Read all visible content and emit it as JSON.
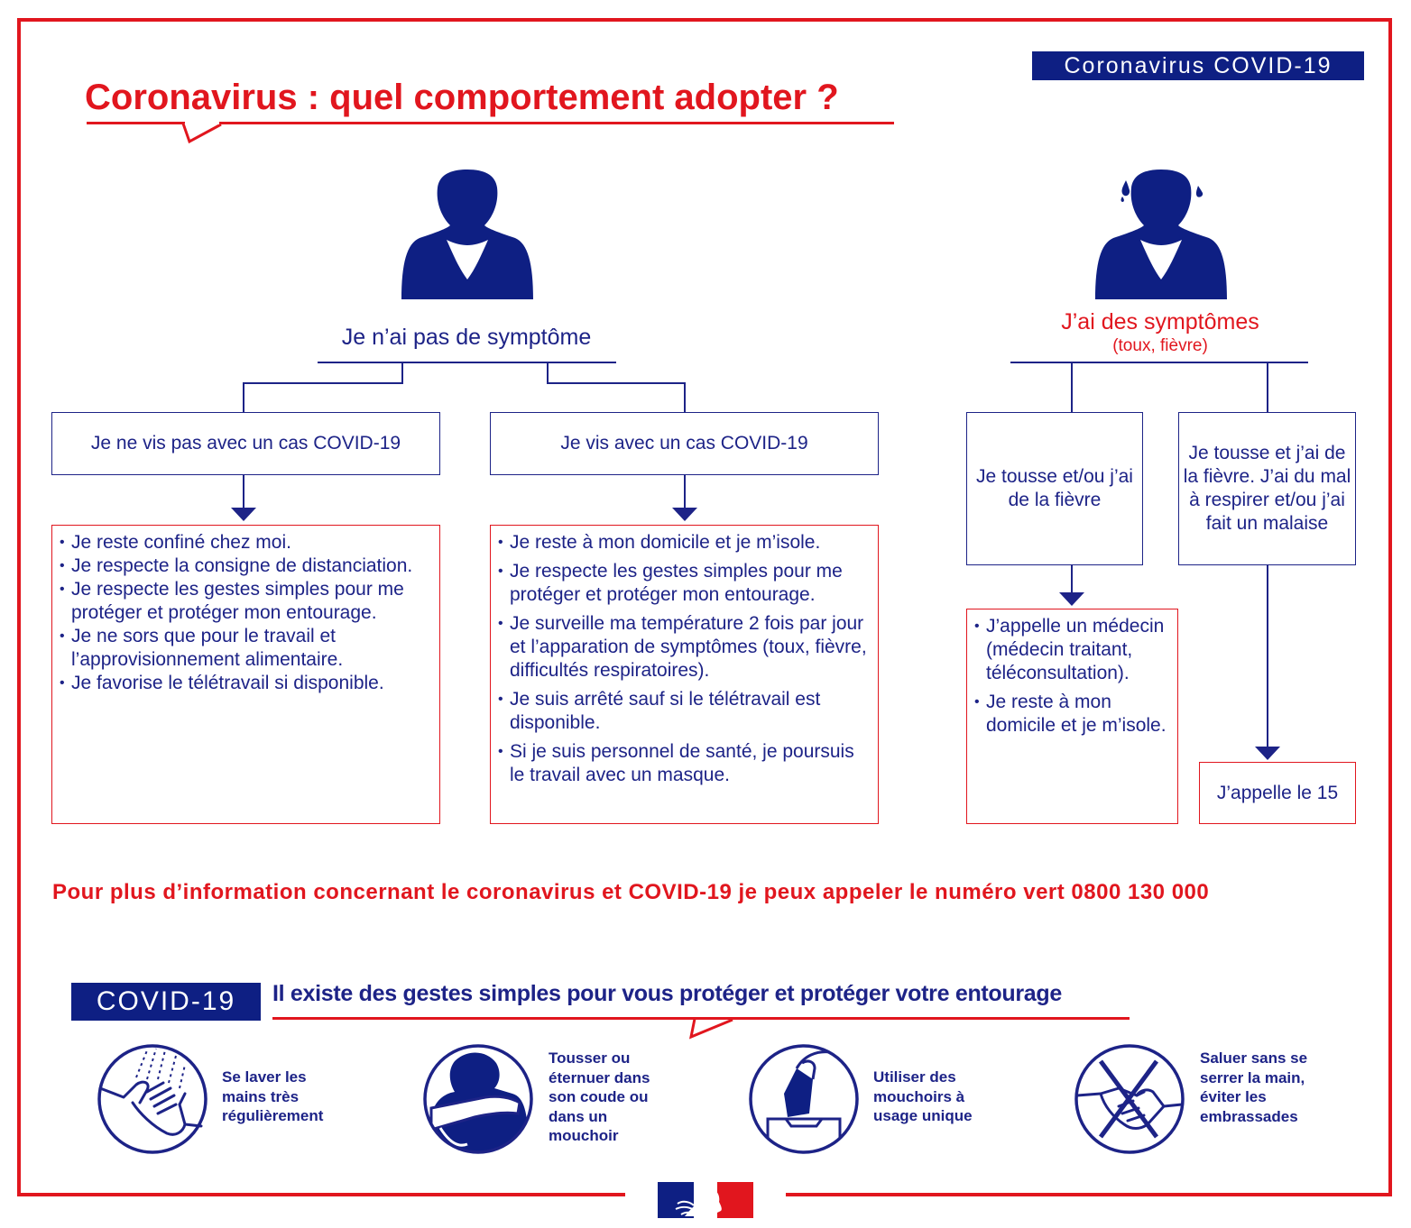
{
  "header": {
    "badge": "Coronavirus COVID-19",
    "title": "Coronavirus : quel comportement adopter ?"
  },
  "no_symptoms": {
    "title": "Je n’ai pas de symptôme",
    "branch_alone": {
      "label": "Je ne vis pas avec un cas COVID-19",
      "actions": [
        "Je reste confiné chez moi.",
        "Je respecte la consigne de distanciation.",
        "Je respecte les gestes simples pour me protéger et protéger mon entourage.",
        "Je ne sors que pour le travail et l’approvisionnement alimentaire.",
        "Je favorise le télétravail si disponible."
      ]
    },
    "branch_with_case": {
      "label": "Je vis avec un cas COVID-19",
      "actions": [
        "Je reste à mon domicile et je m’isole.",
        "Je respecte les gestes simples pour me protéger et protéger mon entourage.",
        "Je surveille ma température 2 fois par jour et l’apparation de symptômes (toux, fièvre, difficultés respiratoires).",
        "Je suis arrêté sauf si le télétravail est disponible.",
        "Si je suis personnel de santé, je poursuis le travail avec un masque."
      ]
    }
  },
  "symptoms": {
    "title": "J’ai des symptômes",
    "subtitle": "(toux, fièvre)",
    "branch_mild": {
      "label": "Je tousse et/ou j’ai de la fièvre",
      "actions": [
        "J’appelle un médecin (médecin traitant, téléconsultation).",
        "Je reste à mon domicile et je m’isole."
      ]
    },
    "branch_severe": {
      "label": "Je tousse et j’ai de la fièvre. J’ai du mal à respirer et/ou j’ai fait un malaise",
      "action": "J’appelle le 15"
    }
  },
  "info": "Pour plus d’information concernant le coronavirus et COVID-19 je peux appeler le numéro vert 0800 130 000",
  "tips": {
    "badge": "COVID-19",
    "title": "Il existe des gestes simples pour vous protéger et protéger votre entourage",
    "items": [
      {
        "icon": "hand-washing-icon",
        "text": "Se laver les mains très régulièrement"
      },
      {
        "icon": "cough-elbow-icon",
        "text": "Tousser ou éternuer dans son coude ou dans un mouchoir"
      },
      {
        "icon": "tissue-box-icon",
        "text": "Utiliser des mouchoirs à usage unique"
      },
      {
        "icon": "no-handshake-icon",
        "text": "Saluer sans se serrer la main, éviter les embrassades"
      }
    ]
  },
  "colors": {
    "red": "#e1161e",
    "blue": "#1d2387",
    "navy": "#0e1f83"
  }
}
